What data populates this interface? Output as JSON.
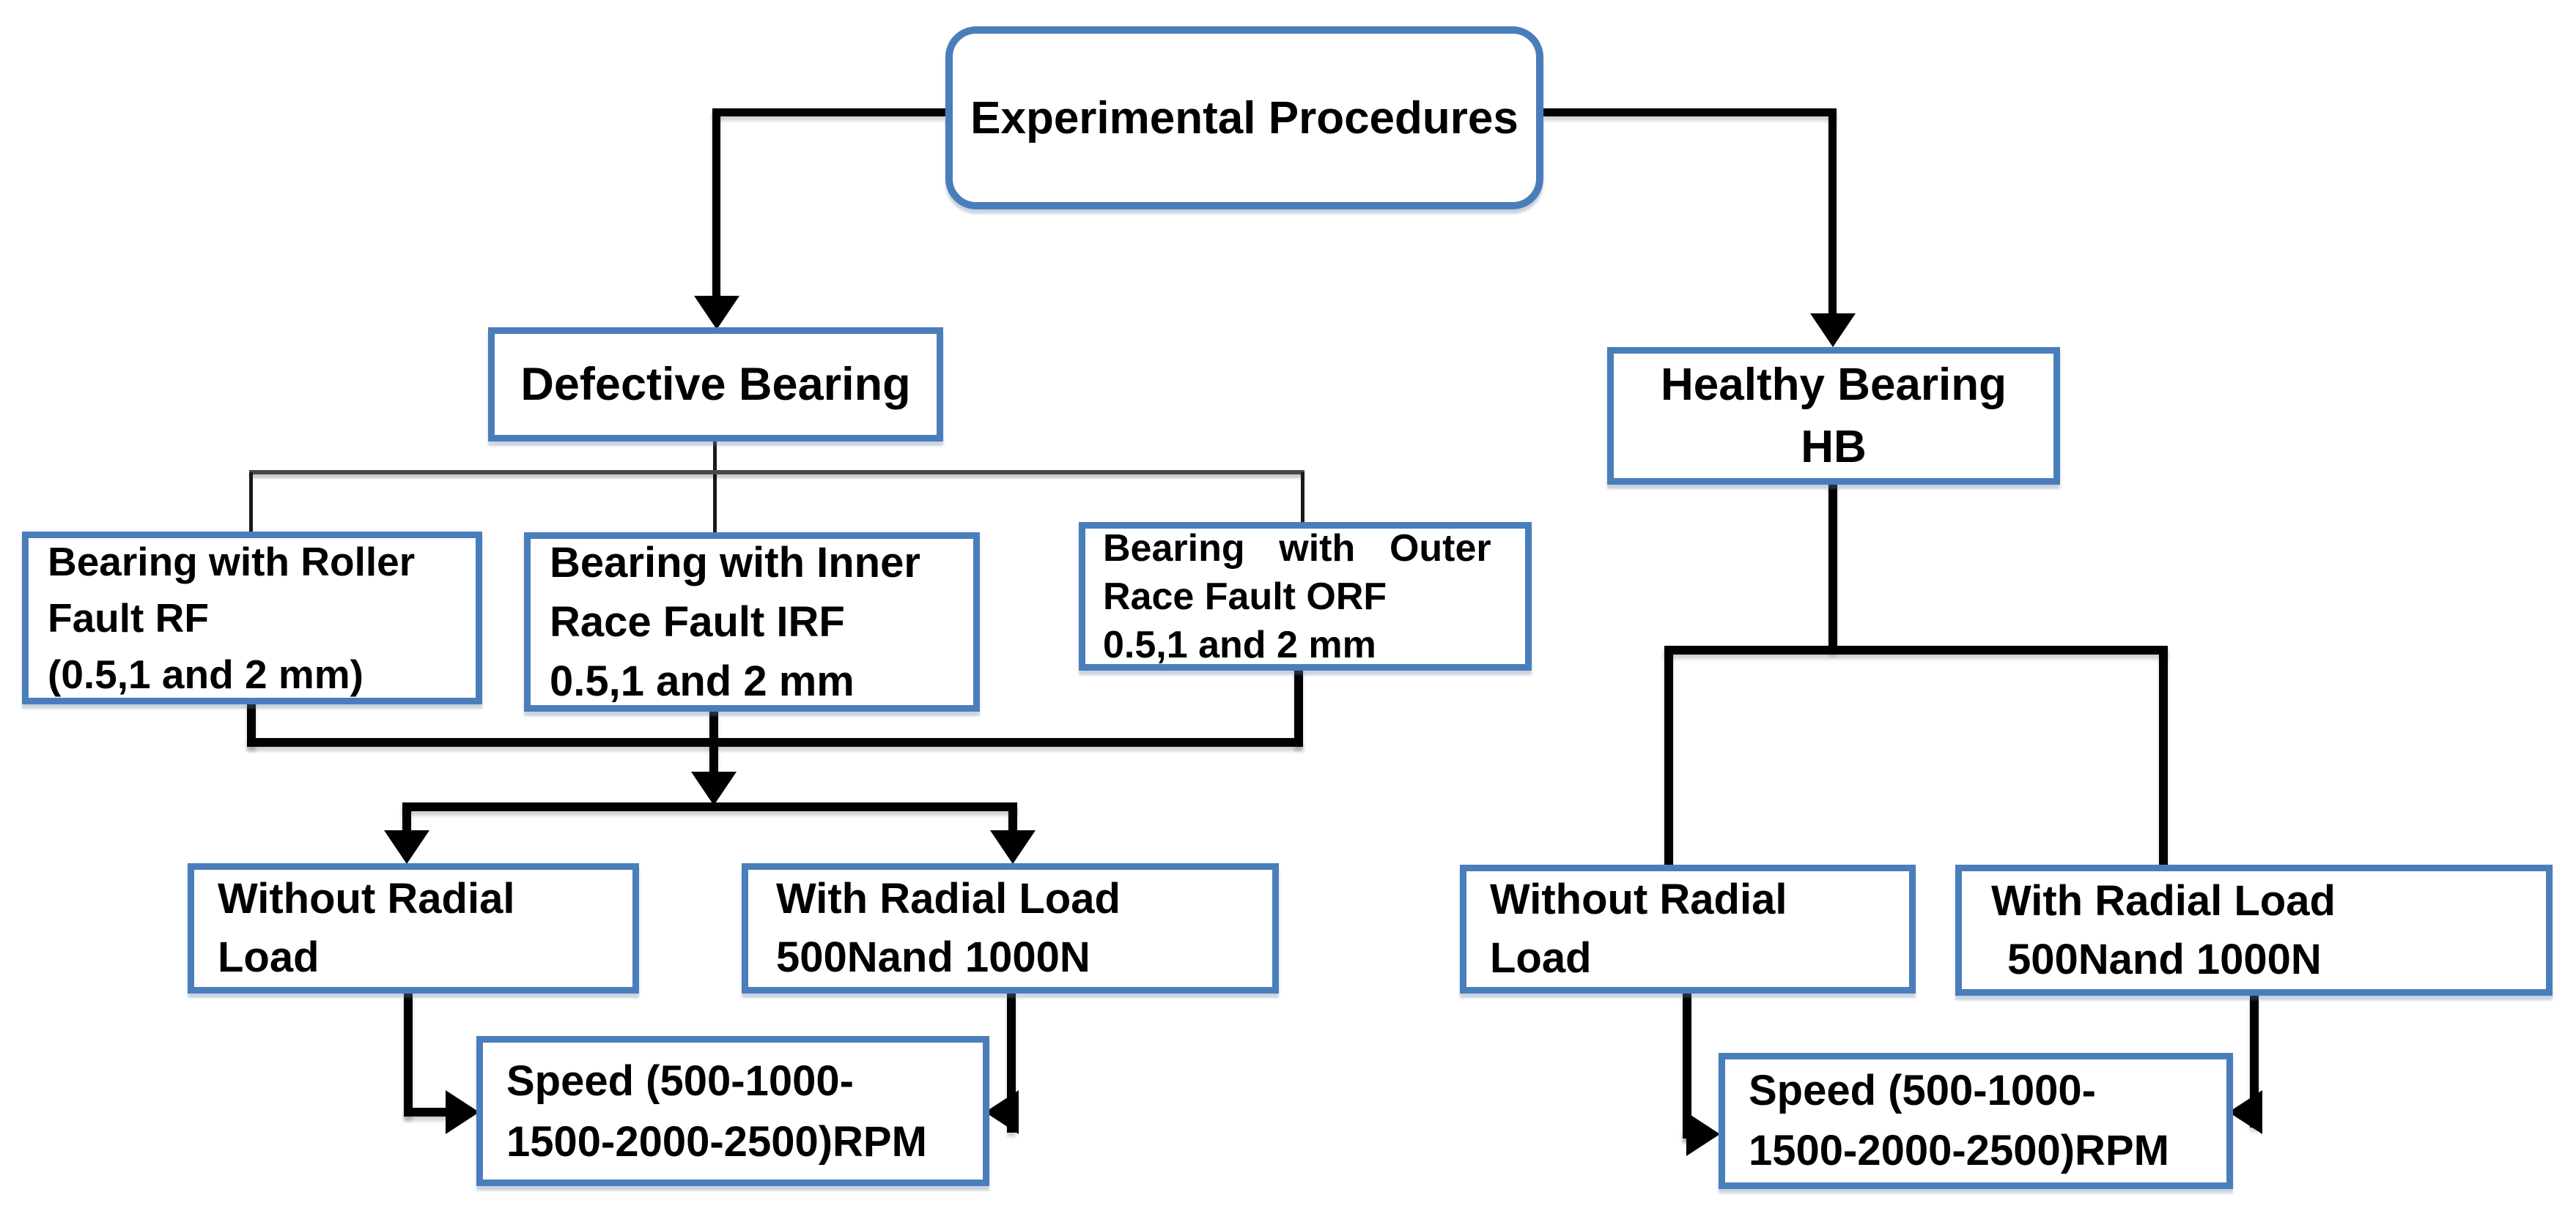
{
  "colors": {
    "box_border": "#4a7ebb",
    "connector_black": "#000000",
    "connector_gray": "#4a4a4a",
    "text": "#000000",
    "background": "#ffffff"
  },
  "flowchart": {
    "title": "Experimental Procedures",
    "defective": {
      "label": "Defective Bearing"
    },
    "healthy": {
      "line1": "Healthy Bearing",
      "line2": "HB"
    },
    "roller": {
      "line1": "Bearing with Roller",
      "line2": "Fault RF",
      "line3": "(0.5,1 and 2 mm)"
    },
    "inner": {
      "line1": "Bearing with Inner",
      "line2": "Race Fault IRF",
      "line3": "0.5,1 and 2 mm"
    },
    "outer": {
      "line1": "Bearing with Outer",
      "line2": "Race Fault ORF",
      "line3": "0.5,1 and 2 mm"
    },
    "left": {
      "without": {
        "line1": "Without Radial",
        "line2": "Load"
      },
      "with": {
        "line1": "With Radial Load",
        "line2": "500Nand 1000N"
      },
      "speed": {
        "line1": "Speed (500-1000-",
        "line2": "1500-2000-2500)RPM"
      }
    },
    "right": {
      "without": {
        "line1": "Without Radial",
        "line2": "Load"
      },
      "with": {
        "line1": "With Radial Load",
        "line2": "500Nand 1000N"
      },
      "speed": {
        "line1": "Speed (500-1000-",
        "line2": "1500-2000-2500)RPM"
      }
    }
  }
}
